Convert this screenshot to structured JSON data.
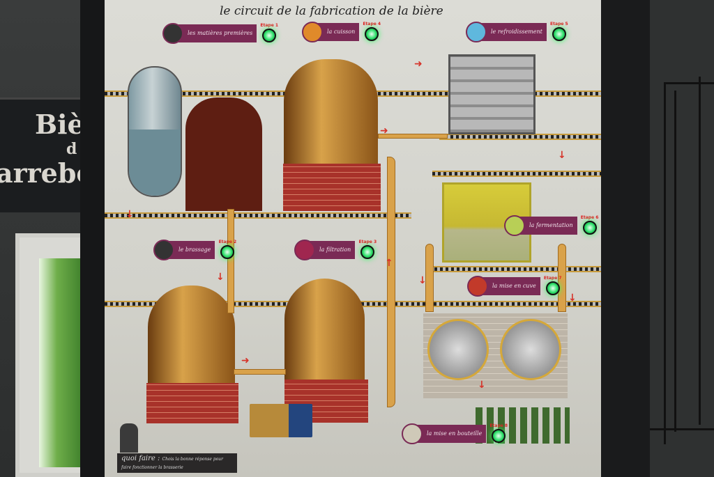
{
  "title": "le circuit de la fabrication de la bière",
  "wall_sign": {
    "lines": [
      "Biè",
      "d",
      "arrebo"
    ]
  },
  "steps": [
    {
      "etape": "Etape 1",
      "label": "les matières premières",
      "icon": "grain-icon"
    },
    {
      "etape": "Etape 2",
      "label": "le brassage",
      "icon": "mixer-icon"
    },
    {
      "etape": "Etape 3",
      "label": "la filtration",
      "icon": "filter-icon"
    },
    {
      "etape": "Etape 4",
      "label": "la cuisson",
      "icon": "flame-icon"
    },
    {
      "etape": "Etape 5",
      "label": "le refroidissement",
      "icon": "snowflake-icon"
    },
    {
      "etape": "Etape 6",
      "label": "la fermentation",
      "icon": "yeast-icon"
    },
    {
      "etape": "Etape 7",
      "label": "la mise en cuve",
      "icon": "tank-icon"
    },
    {
      "etape": "Etape 8",
      "label": "la mise en bouteille",
      "icon": "bottle-icon"
    }
  ],
  "caption": {
    "main": "quoi faire :",
    "detail": "Chois la bonne réponse pour faire fonctionner la brasserie"
  },
  "colors": {
    "label_bg": "#7a2a55",
    "led": "#2ee06a",
    "arrow": "#d6342a",
    "pipe": "#d9a24a"
  }
}
